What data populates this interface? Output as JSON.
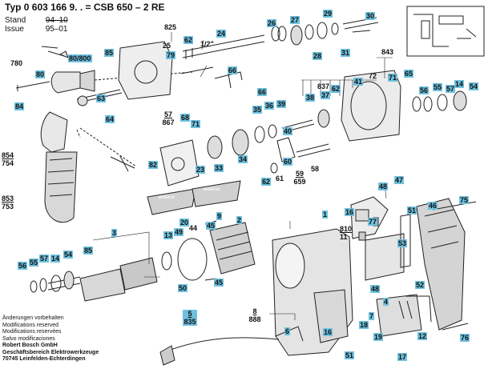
{
  "header": {
    "type_label": "Typ 0 603 166 9. . = CSB 650 – 2 RE",
    "stand_label": "Stand",
    "stand_old": "94–10",
    "issue_label": "Issue",
    "issue_value": "95–01"
  },
  "footer": {
    "notes": [
      "Änderungen vorbehalten",
      "Modifications reserved",
      "Modifications reservées",
      "Salvo modificaciones"
    ],
    "company": [
      "Robert Bosch GmbH",
      "Geschäftsbereich Elektrowerkzeuge",
      "70745 Leinfelden-Echterdingen"
    ]
  },
  "brand_badges": [
    "BOSCH",
    "BOSCH"
  ],
  "dimension_mark": "1/2\"",
  "part_labels": [
    "825",
    "62",
    "24",
    "26",
    "27",
    "29",
    "30",
    "25",
    "79",
    "1/2\"",
    "28",
    "31",
    "843",
    "80/800",
    "85",
    "66",
    "66",
    "780",
    "80",
    "63",
    "71",
    "65",
    "72",
    "41",
    "837",
    "62",
    "38",
    "35",
    "36",
    "39",
    "37",
    "56",
    "55",
    "57",
    "14",
    "54",
    "84",
    "64",
    "57/867",
    "68",
    "71",
    "40",
    "23",
    "33",
    "34",
    "60",
    "62",
    "61",
    "58",
    "59/659",
    "854/754",
    "82",
    "853/753",
    "20",
    "9",
    "2",
    "1",
    "48",
    "47",
    "3",
    "13",
    "49",
    "44",
    "45",
    "75",
    "16",
    "810/11",
    "77",
    "51",
    "46",
    "56",
    "55",
    "57",
    "14",
    "54",
    "85",
    "50",
    "53",
    "52",
    "45",
    "5/835",
    "8/888",
    "6",
    "16",
    "48",
    "4",
    "18",
    "7",
    "19",
    "12",
    "76",
    "51",
    "17"
  ]
}
